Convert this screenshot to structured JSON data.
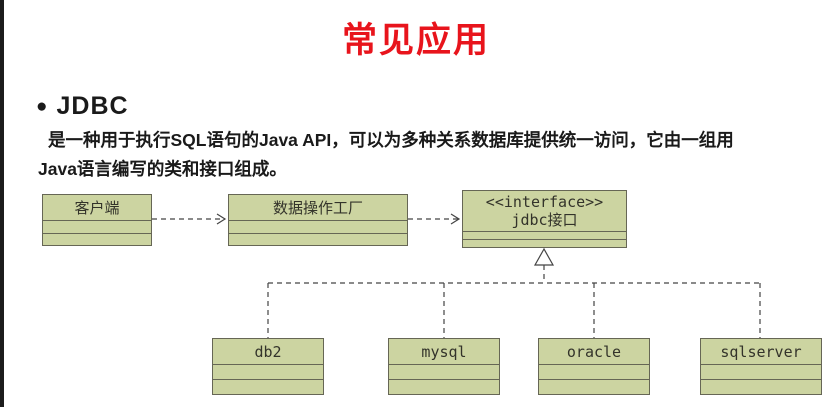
{
  "page": {
    "title": "常见应用"
  },
  "section": {
    "bullet": "●",
    "heading": "JDBC",
    "description_line1": "是一种用于执行SQL语句的Java API，可以为多种关系数据库提供统一访问，它由一组用",
    "description_line2": "Java语言编写的类和接口组成。"
  },
  "diagram": {
    "client": {
      "label": "客户端"
    },
    "factory": {
      "label": "数据操作工厂"
    },
    "interface": {
      "stereotype": "<<interface>>",
      "label": "jdbc接口"
    },
    "implementations": [
      {
        "label": "db2"
      },
      {
        "label": "mysql"
      },
      {
        "label": "oracle"
      },
      {
        "label": "sqlserver"
      }
    ]
  },
  "theme": {
    "title_color": "#e8141c",
    "box_fill": "#ccd4a1",
    "box_border": "#666655",
    "connector_color": "#444444"
  }
}
